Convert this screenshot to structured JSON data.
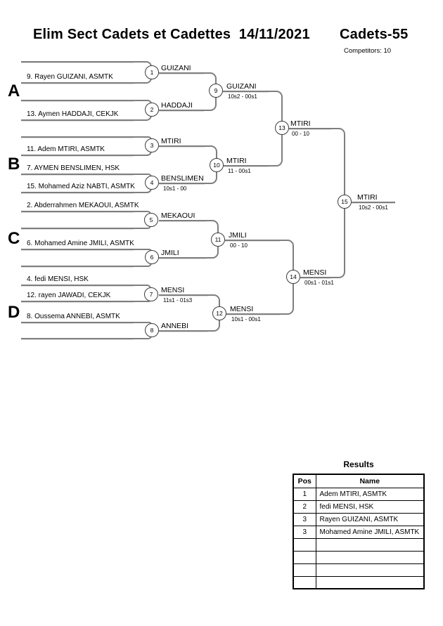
{
  "header": {
    "title": "Elim Sect Cadets et Cadettes  14/11/2021",
    "category": "Cadets-55",
    "competitors": "Competitors: 10"
  },
  "bracket": {
    "groups": [
      {
        "label": "A"
      },
      {
        "label": "B"
      },
      {
        "label": "C"
      },
      {
        "label": "D"
      }
    ],
    "players": {
      "a1": "9. Rayen GUIZANI, ASMTK",
      "a2": "13. Aymen HADDAJI, CEKJK",
      "b1": "11. Adem MTIRI, ASMTK",
      "b2": "7. AYMEN BENSLIMEN, HSK",
      "b3": "15. Mohamed Aziz NABTI, ASMTK",
      "c1": "2. Abderrahmen MEKAOUI, ASMTK",
      "c2": "6. Mohamed Amine JMILI, ASMTK",
      "d1": "4. fedi MENSI, HSK",
      "d2": "12. rayen JAWADI, CEKJK",
      "d3": "8. Oussema ANNEBI, ASMTK"
    },
    "matches": {
      "m1": {
        "no": "1",
        "winner": "GUIZANI"
      },
      "m2": {
        "no": "2",
        "winner": "HADDAJI"
      },
      "m3": {
        "no": "3",
        "winner": "MTIRI"
      },
      "m4": {
        "no": "4",
        "winner": "BENSLIMEN",
        "score": "10s1 - 00"
      },
      "m5": {
        "no": "5",
        "winner": "MEKAOUI"
      },
      "m6": {
        "no": "6",
        "winner": "JMILI"
      },
      "m7": {
        "no": "7",
        "winner": "MENSI",
        "score": "11s1 - 01s3"
      },
      "m8": {
        "no": "8",
        "winner": "ANNEBI"
      },
      "m9": {
        "no": "9",
        "winner": "GUIZANI",
        "score": "10s2 - 00s1"
      },
      "m10": {
        "no": "10",
        "winner": "MTIRI",
        "score": "11 - 00s1"
      },
      "m11": {
        "no": "11",
        "winner": "JMILI",
        "score": "00 - 10"
      },
      "m12": {
        "no": "12",
        "winner": "MENSI",
        "score": "10s1 - 00s1"
      },
      "m13": {
        "no": "13",
        "winner": "MTIRI",
        "score": "00 - 10"
      },
      "m14": {
        "no": "14",
        "winner": "MENSI",
        "score": "00s1 - 01s1"
      },
      "m15": {
        "no": "15",
        "winner": "MTIRI",
        "score": "10s2 - 00s1"
      }
    }
  },
  "results": {
    "title": "Results",
    "columns": [
      "Pos",
      "Name"
    ],
    "rows": [
      {
        "pos": "1",
        "name": "Adem MTIRI, ASMTK"
      },
      {
        "pos": "2",
        "name": "fedi MENSI, HSK"
      },
      {
        "pos": "3",
        "name": "Rayen GUIZANI, ASMTK"
      },
      {
        "pos": "3",
        "name": "Mohamed Amine JMILI, ASMTK"
      },
      {
        "pos": "",
        "name": ""
      },
      {
        "pos": "",
        "name": ""
      },
      {
        "pos": "",
        "name": ""
      },
      {
        "pos": "",
        "name": ""
      }
    ]
  },
  "colors": {
    "bracket_line": "#7e7e7e"
  }
}
